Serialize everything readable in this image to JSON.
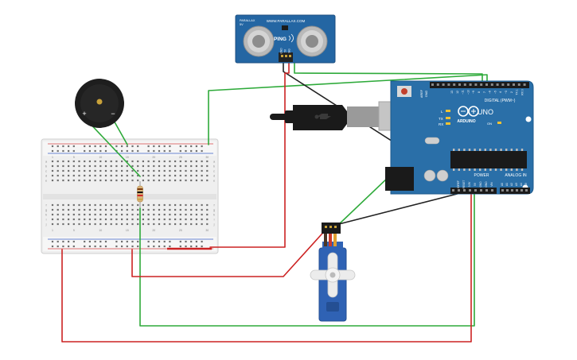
{
  "sensor": {
    "brand": "PARALLAX",
    "url": "WWW.PARALLAX.COM",
    "model": "PING",
    "pins": [
      "GND",
      "5V",
      "SIG"
    ],
    "volts": "5V"
  },
  "buzzer": {
    "plus": "+",
    "minus": "−"
  },
  "arduino": {
    "brand": "ARDUINO",
    "model": "UNO",
    "digital_label": "DIGITAL (PWM~)",
    "power_label": "POWER",
    "analog_label": "ANALOG IN",
    "tx": "TX",
    "rx": "RX",
    "l": "L",
    "aref": "AREF",
    "gnd": "GND",
    "on": "ON",
    "digital_pins": [
      "13",
      "12",
      "~11",
      "~10",
      "~9",
      "8",
      "7",
      "~6",
      "~5",
      "4",
      "~3",
      "2",
      "TX 1",
      "RX 0"
    ],
    "power_pins": [
      "IOREF",
      "RESET",
      "3.3V",
      "5V",
      "GND",
      "GND",
      "VIN"
    ],
    "analog_pins": [
      "A0",
      "A1",
      "A2",
      "A3",
      "A4",
      "A5"
    ]
  },
  "breadboard": {
    "col_numbers": [
      "1",
      "5",
      "10",
      "15",
      "20",
      "25",
      "30"
    ],
    "row_letters_top": [
      "a",
      "b",
      "c",
      "d",
      "e"
    ],
    "row_letters_bottom": [
      "f",
      "g",
      "h",
      "i",
      "j"
    ]
  },
  "colors": {
    "wire_red": "#cc2222",
    "wire_green": "#2eaa3a",
    "wire_black": "#222222",
    "board_blue": "#2a6fa8",
    "servo_blue": "#2f62b4"
  }
}
